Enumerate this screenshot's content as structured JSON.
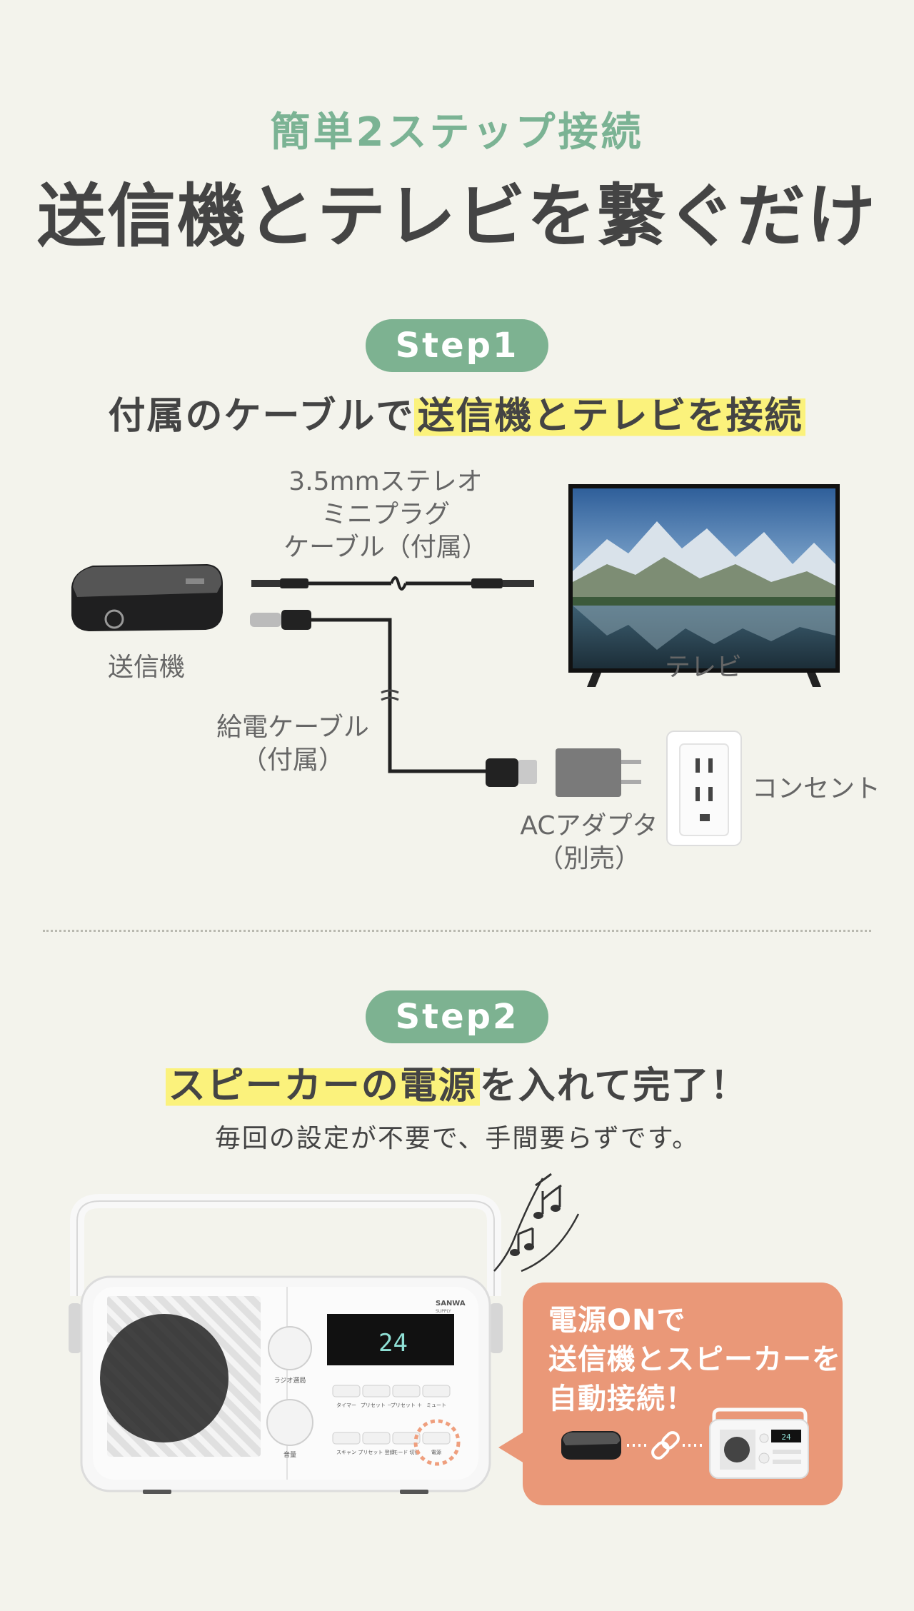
{
  "header": {
    "subtitle": "簡単2ステップ接続",
    "title": "送信機とテレビを繋ぐだけ"
  },
  "step1": {
    "badge": "Step1",
    "heading_plain": "付属のケーブルで",
    "heading_highlight": "送信機とテレビを接続",
    "labels": {
      "cable_line1": "3.5mmステレオ",
      "cable_line2": "ミニプラグ",
      "cable_line3": "ケーブル（付属）",
      "transmitter": "送信機",
      "tv": "テレビ",
      "power_cable_line1": "給電ケーブル",
      "power_cable_line2": "（付属）",
      "adapter_line1": "ACアダプタ",
      "adapter_line2": "（別売）",
      "outlet": "コンセント"
    }
  },
  "step2": {
    "badge": "Step2",
    "heading_highlight": "スピーカーの電源",
    "heading_plain": "を入れて完了！",
    "description": "毎回の設定が不要で、手間要らずです。",
    "bubble_line1": "電源ONで",
    "bubble_line2": "送信機とスピーカーを",
    "bubble_line3": "自動接続！",
    "radio": {
      "brand_line1": "SANWA",
      "brand_line2": "SUPPLY",
      "display": "24",
      "knob1_label": "ラジオ選局",
      "knob2_label": "音量",
      "buttons_row1": [
        "タイマー",
        "プリセット\n－",
        "プリセット\n＋",
        "ミュート"
      ],
      "buttons_row2": [
        "スキャン",
        "プリセット\n登録",
        "モード\n切替",
        "電源"
      ]
    },
    "mini_display": "24"
  },
  "colors": {
    "background": "#f3f3ec",
    "accent_green": "#7db291",
    "highlight_yellow": "#fbf27c",
    "bubble_orange": "#ea9878",
    "text_dark": "#444444"
  }
}
